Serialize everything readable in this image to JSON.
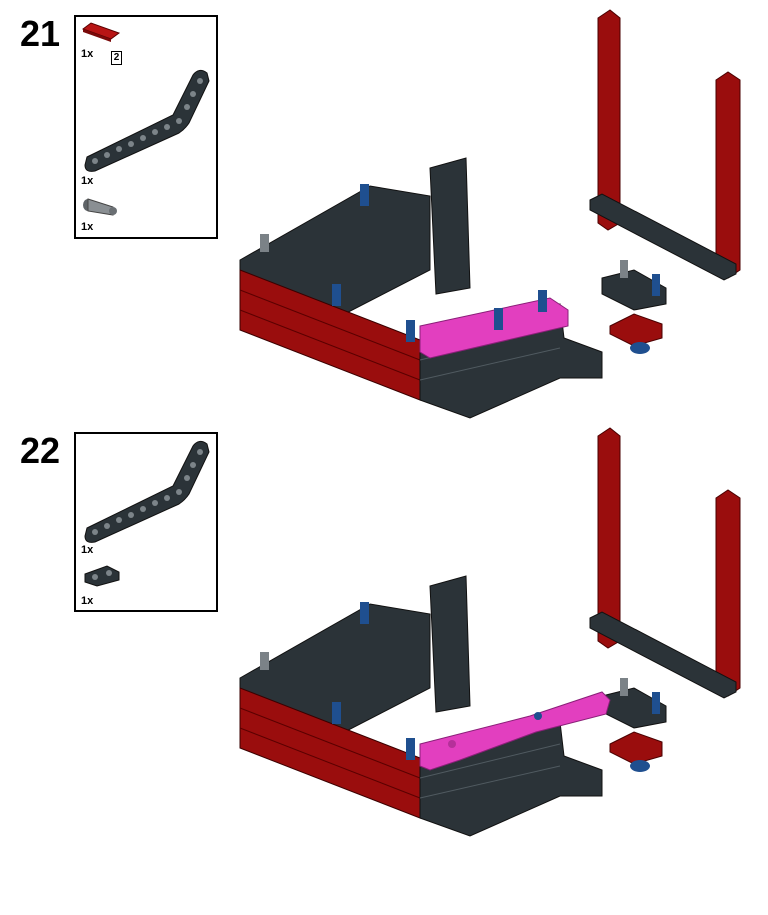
{
  "steps": [
    {
      "number": "21",
      "parts": [
        {
          "qty": "1x",
          "part": "red-axle-icon",
          "length_badge": "2"
        },
        {
          "qty": "1x",
          "part": "bent-beam-icon"
        },
        {
          "qty": "1x",
          "part": "gray-pin-icon"
        }
      ]
    },
    {
      "number": "22",
      "parts": [
        {
          "qty": "1x",
          "part": "bent-beam-icon"
        },
        {
          "qty": "1x",
          "part": "short-beam-icon"
        }
      ]
    }
  ],
  "colors": {
    "dark_beam": "#2b3338",
    "red_beam": "#9a0d0d",
    "magenta_beam": "#e23fbf",
    "blue_pin": "#1f4f8f",
    "gray_part": "#8a8f93"
  }
}
